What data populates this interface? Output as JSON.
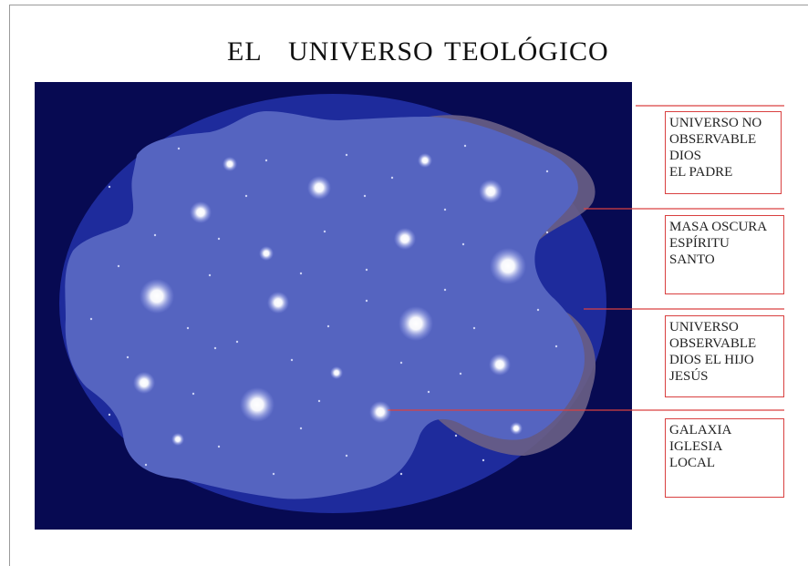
{
  "title": {
    "word1": "EL",
    "word2": "UNIVERSO",
    "word3": "TEOLÓGICO"
  },
  "labels": [
    {
      "text": "UNIVERSO NO\nOBSERVABLE\nDIOS\nEL PADRE"
    },
    {
      "text": "MASA OSCURA\nESPÍRITU\nSANTO"
    },
    {
      "text": "UNIVERSO\nOBSERVABLE\nDIOS EL HIJO\nJESÚS"
    },
    {
      "text": "GALAXIA\nIGLESIA\nLOCAL"
    }
  ],
  "colors": {
    "background_space": "#070a52",
    "outer_ellipse": "#1e2b9c",
    "inner_region": "#5564c0",
    "dark_matter": "#6a5f86",
    "leader_line": "#d94040"
  }
}
